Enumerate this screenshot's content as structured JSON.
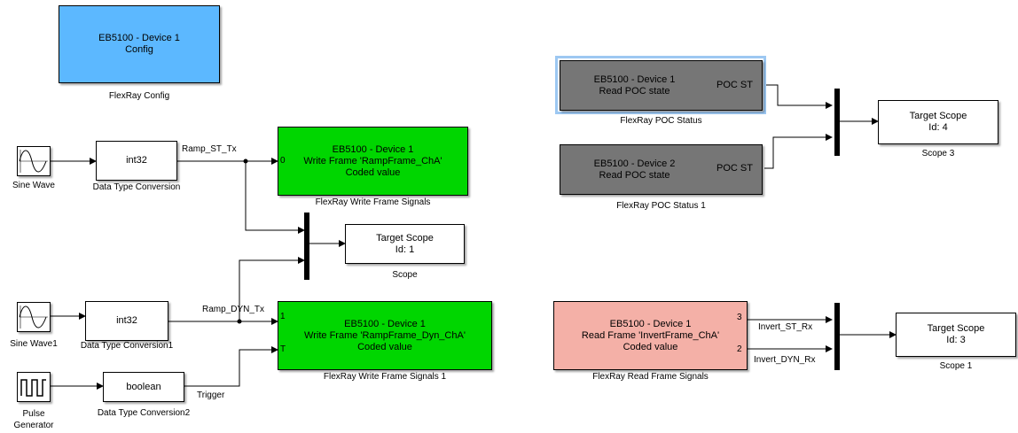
{
  "blocks": {
    "flexray_config": {
      "line1": "EB5100 - Device 1",
      "line2": "Config",
      "caption": "FlexRay Config"
    },
    "sine_wave": {
      "caption": "Sine Wave"
    },
    "sine_wave1": {
      "caption": "Sine Wave1"
    },
    "pulse_generator": {
      "caption_line1": "Pulse",
      "caption_line2": "Generator"
    },
    "dtc": {
      "label": "int32",
      "caption": "Data Type Conversion"
    },
    "dtc1": {
      "label": "int32",
      "caption": "Data Type Conversion1"
    },
    "dtc2": {
      "label": "boolean",
      "caption": "Data Type Conversion2"
    },
    "write_frame": {
      "line1": "EB5100 - Device 1",
      "line2": "Write Frame 'RampFrame_ChA'",
      "line3": "Coded value",
      "port": "0",
      "caption": "FlexRay Write Frame Signals"
    },
    "write_frame1": {
      "line1": "EB5100 - Device 1",
      "line2": "Write Frame 'RampFrame_Dyn_ChA'",
      "line3": "Coded value",
      "port1": "1",
      "port2": "T",
      "caption": "FlexRay Write Frame Signals 1"
    },
    "scope": {
      "line1": "Target Scope",
      "line2": "Id: 1",
      "caption": "Scope"
    },
    "poc_status": {
      "line1": "EB5100 - Device 1",
      "line2": "Read POC state",
      "port": "POC ST",
      "caption": "FlexRay POC Status"
    },
    "poc_status1": {
      "line1": "EB5100 - Device 2",
      "line2": "Read POC state",
      "port": "POC ST",
      "caption": "FlexRay POC Status 1"
    },
    "scope3": {
      "line1": "Target Scope",
      "line2": "Id: 4",
      "caption": "Scope 3"
    },
    "read_frame": {
      "line1": "EB5100 - Device 1",
      "line2": "Read Frame 'InvertFrame_ChA'",
      "line3": "Coded value",
      "port1": "3",
      "port2": "2",
      "caption": "FlexRay Read Frame Signals"
    },
    "scope1": {
      "line1": "Target Scope",
      "line2": "Id: 3",
      "caption": "Scope 1"
    }
  },
  "signals": {
    "ramp_st_tx": "Ramp_ST_Tx",
    "ramp_dyn_tx": "Ramp_DYN_Tx",
    "trigger": "Trigger",
    "invert_st_rx": "Invert_ST_Rx",
    "invert_dyn_rx": "Invert_DYN_Rx"
  },
  "colors": {
    "config_block": "#5cb8ff",
    "write_block": "#00d600",
    "poc_block": "#767676",
    "read_block": "#f4b0a7",
    "selection": "#9dc8f2"
  }
}
